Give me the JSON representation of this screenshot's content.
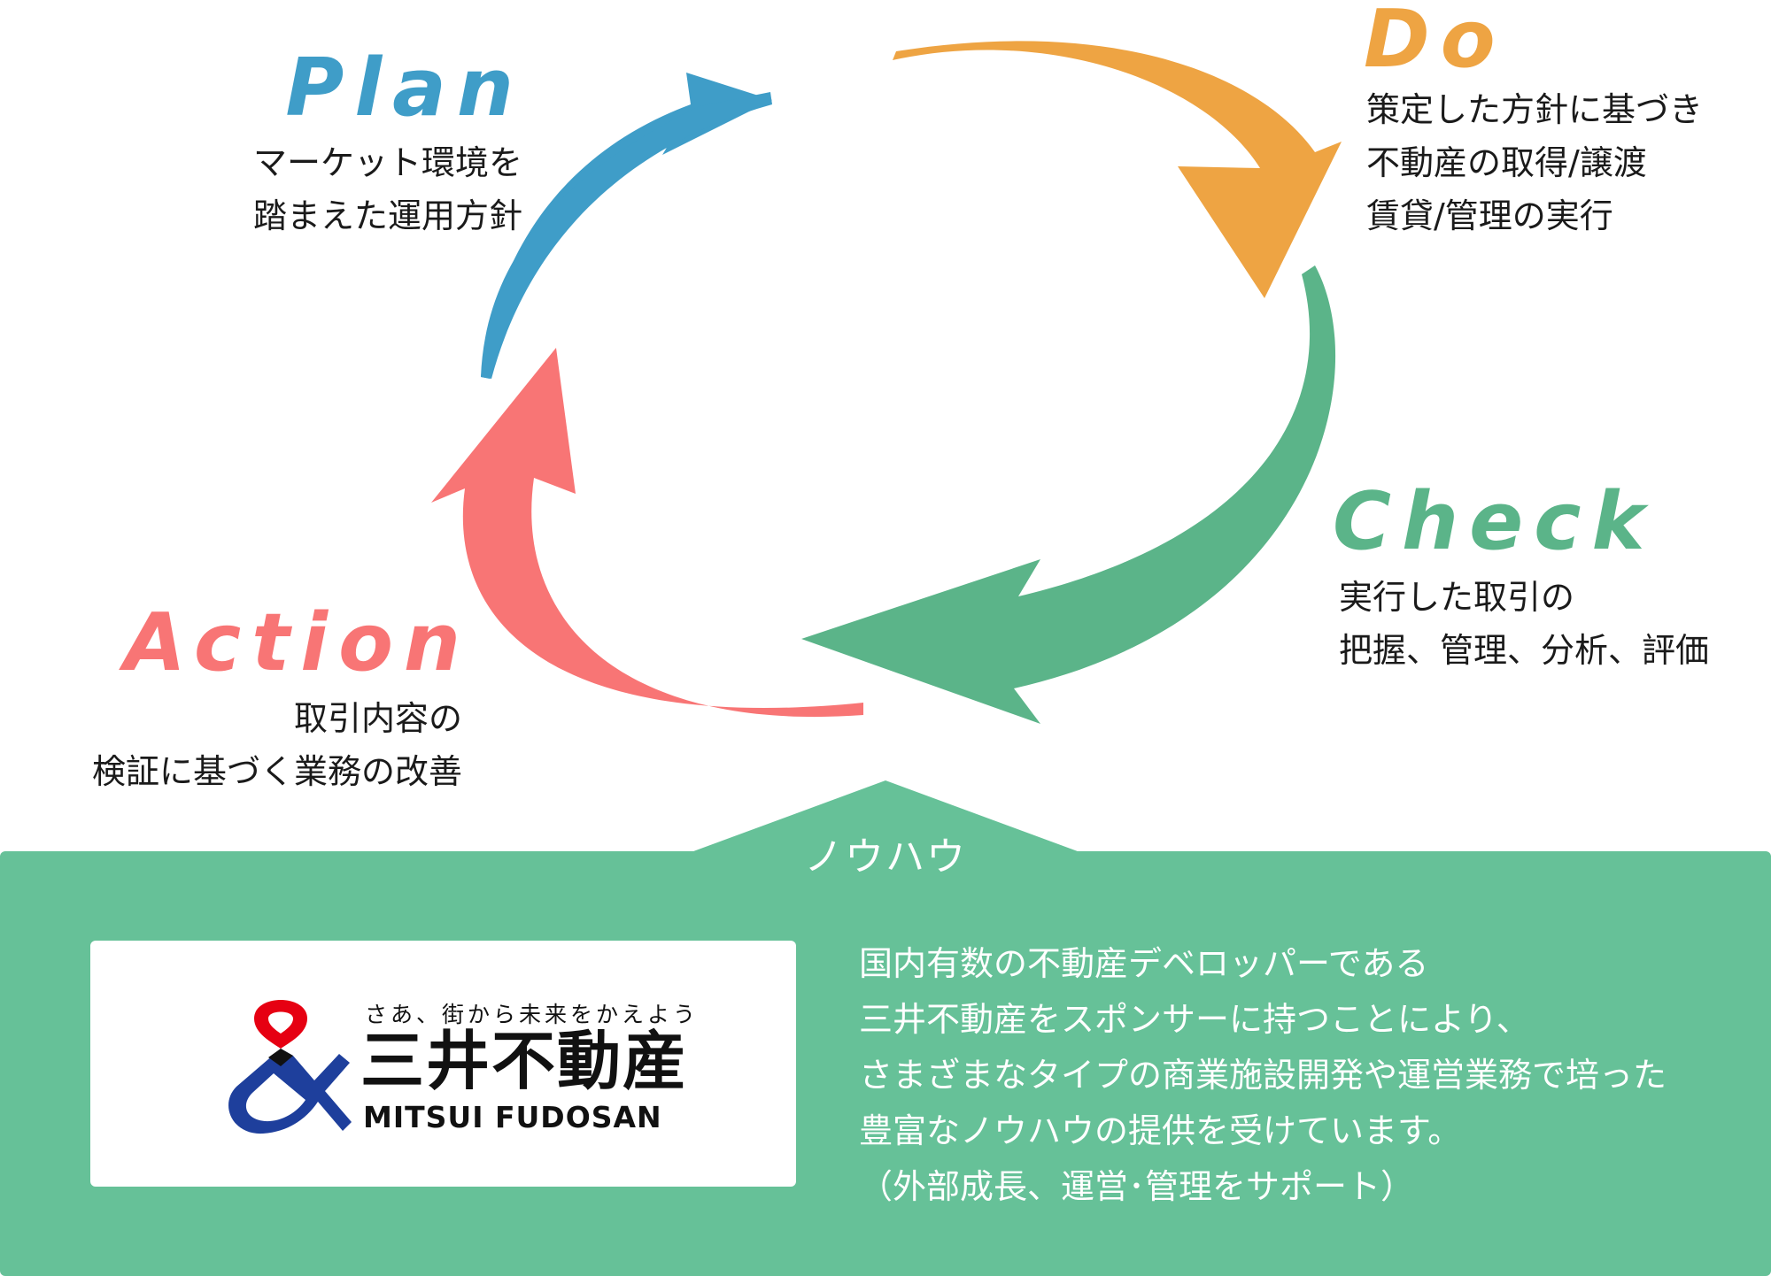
{
  "cycle": {
    "plan": {
      "title": "Plan",
      "lines": [
        "マーケット環境を",
        "踏まえた運用方針"
      ]
    },
    "do": {
      "title": "Do",
      "lines": [
        "策定した方針に基づき",
        "不動産の取得/譲渡",
        "賃貸/管理の実行"
      ]
    },
    "check": {
      "title": "Check",
      "lines": [
        "実行した取引の",
        "把握、管理、分析、評価"
      ]
    },
    "action": {
      "title": "Action",
      "lines": [
        "取引内容の",
        "検証に基づく業務の改善"
      ]
    }
  },
  "knowhow": {
    "label": "ノウハウ",
    "logo": {
      "tagline": "さあ、街から未来をかえよう",
      "name_jp": "三井不動産",
      "name_en": "MITSUI FUDOSAN"
    },
    "lines": [
      "国内有数の不動産デベロッパーである",
      "三井不動産をスポンサーに持つことにより、",
      "さまざまなタイプの商業施設開発や運営業務で培った",
      "豊富なノウハウの提供を受けています。",
      "（外部成長、運営･管理をサポート）"
    ]
  },
  "colors": {
    "plan": "#3f9dc8",
    "do": "#eea443",
    "check": "#5bb489",
    "action": "#f87575",
    "panel": "#66c198"
  }
}
